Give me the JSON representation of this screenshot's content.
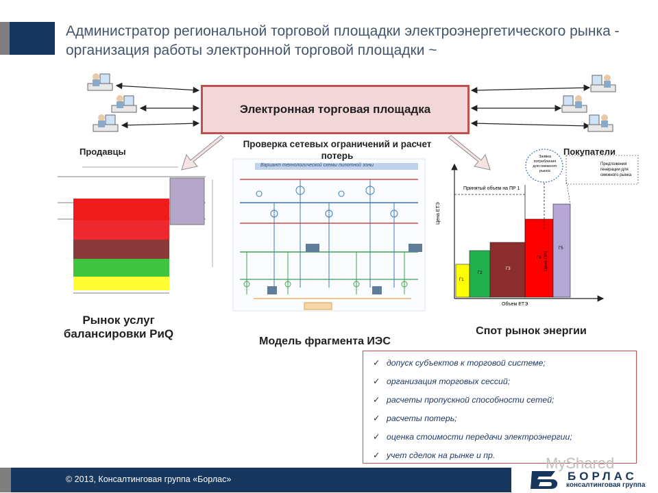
{
  "title": "Администратор региональной торговой площадки электроэнергетического рынка - организация работы электронной торговой площадки ~",
  "center_box": "Электронная торговая площадка",
  "sellers_label": "Продавцы",
  "buyers_label": "Покупатели",
  "network_check_label": "Проверка сетевых ограничений и расчет потерь",
  "balancing_market_label": "Рынок услуг балансировки PиQ",
  "model_label": "Модель фрагмента ИЭС",
  "spot_market_label": "Спот рынок энергии",
  "scheme_caption": "Вариант технологической схемы пилотной зоны",
  "spot_chart": {
    "price_axis": "Цена ЕТЭ",
    "volume_axis": "Объем ЕТЭ",
    "accepted_volume": "Принятый объем на ПР 1",
    "request": "Заявка потребления для смежного рынка",
    "offers": "Предложения генерации для смежного рынка",
    "pr_price": "Цена ПР1",
    "bar_labels": [
      "Г1",
      "Г2",
      "Г3",
      "Г4",
      "Г5"
    ]
  },
  "checklist": [
    "допуск субъектов к торговой системе;",
    "организация торговых сессий;",
    "расчеты пропускной способности сетей;",
    "расчеты потерь;",
    "оценка стоимости передачи электроэнергии;",
    "учет сделок на рынке и пр."
  ],
  "footer": "© 2013, Консалтинговая группа «Борлас»",
  "logo": {
    "name": "БОРЛАС",
    "sub": "консалтинговая группа"
  },
  "watermark": "MyShared",
  "colors": {
    "accent_blue": "#17375e",
    "box_red": "#c0504d",
    "box_fill": "#f2d7d9"
  }
}
